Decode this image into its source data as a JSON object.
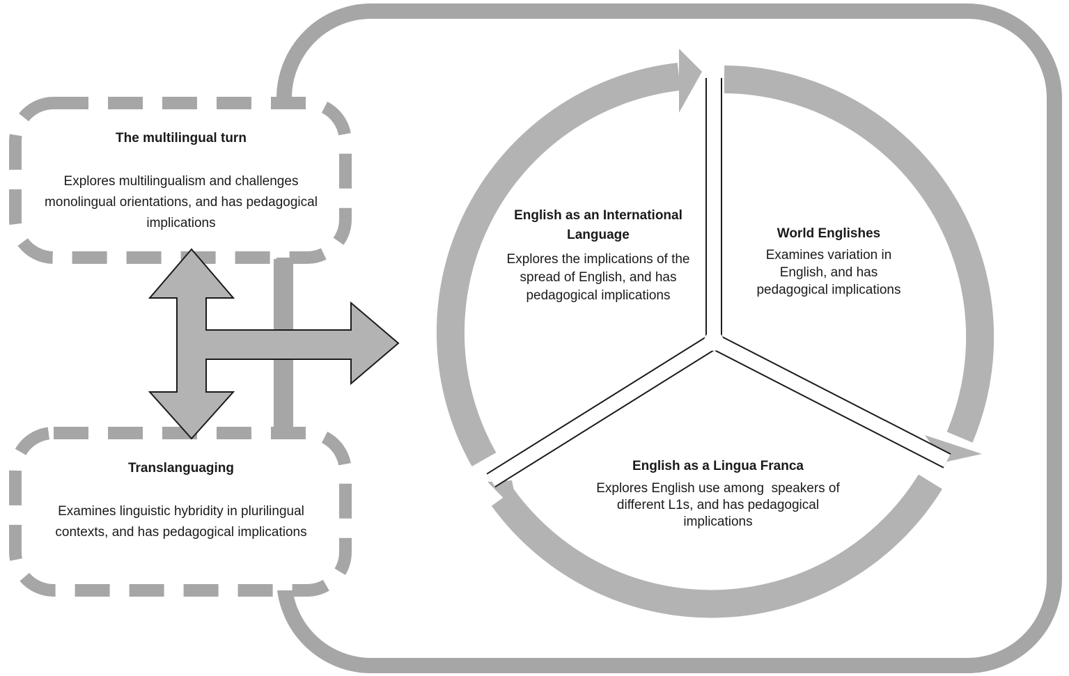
{
  "boxes": {
    "multilingual_turn": {
      "title": "The multilingual turn",
      "body": "Explores multilingualism and challenges monolingual orientations, and has pedagogical implications"
    },
    "translanguaging": {
      "title": "Translanguaging",
      "body": "Examines linguistic hybridity in plurilingual contexts, and has pedagogical implications"
    }
  },
  "cycle": {
    "eil": {
      "title": "English as an International Language",
      "body": "Explores the implications of the spread of English, and has pedagogical implications"
    },
    "we": {
      "title": "World Englishes",
      "body": "Examines variation in English, and has pedagogical implications"
    },
    "elf": {
      "title": "English as a Lingua Franca",
      "body": "Explores English use among  speakers of different L1s, and has pedagogical implications"
    }
  },
  "colors": {
    "frame": "#a6a6a6",
    "arrow_fill": "#b3b3b3",
    "arrow_stroke": "#1a1a1a",
    "divider": "#1a1a1a"
  }
}
